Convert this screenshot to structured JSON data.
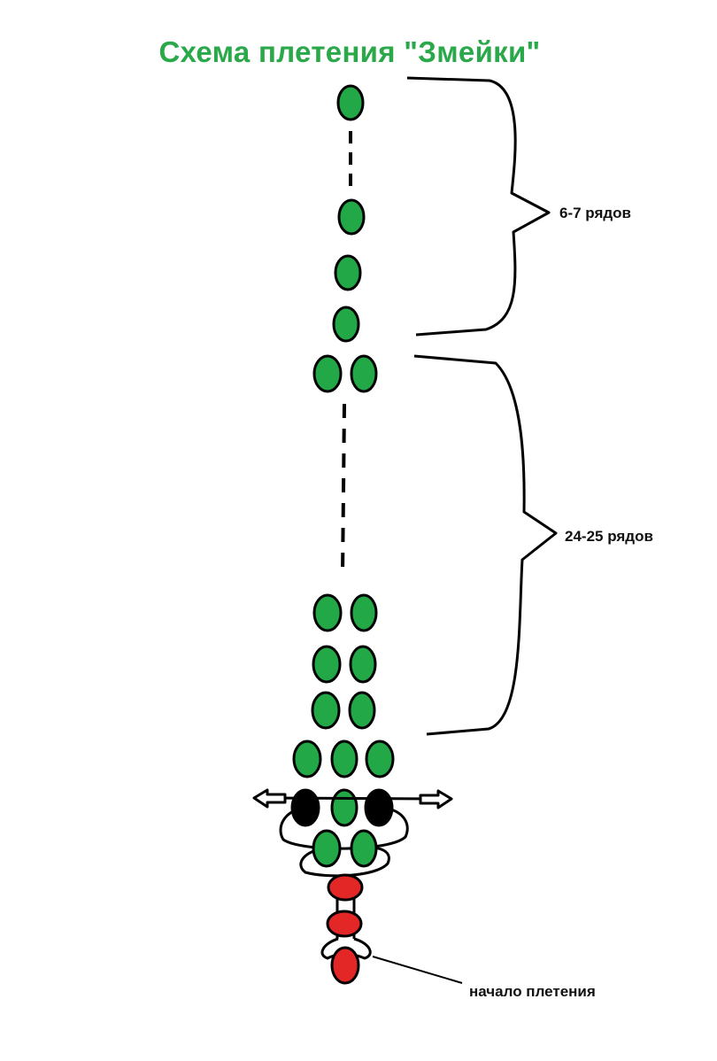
{
  "title": "Схема плетения \"Змейки\"",
  "labels": {
    "upper_bracket": "6-7 рядов",
    "lower_bracket": "24-25 рядов",
    "start": "начало плетения"
  },
  "colors": {
    "title": "#2aa84a",
    "bead_green": "#22a846",
    "bead_red": "#e32626",
    "bead_black": "#000000",
    "stroke": "#000000"
  }
}
